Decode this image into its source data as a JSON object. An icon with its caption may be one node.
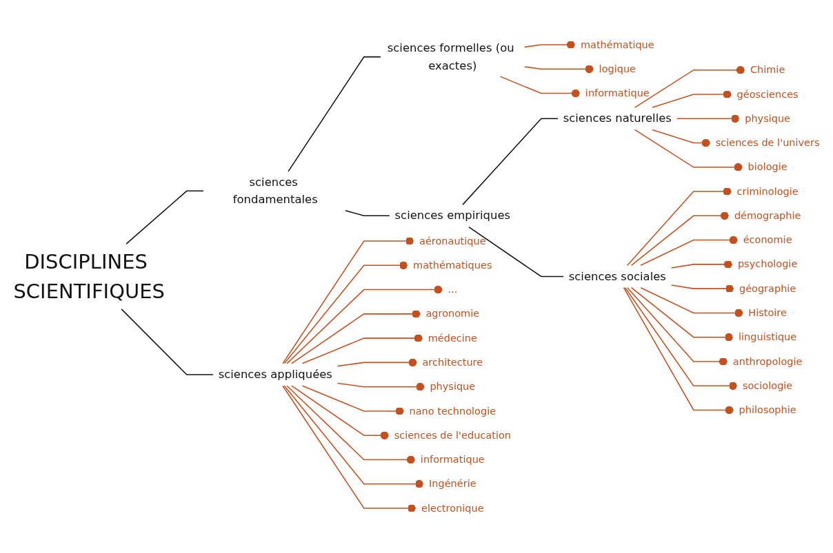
{
  "diagram": {
    "nodes": [
      {
        "text": [
          "DISCIPLINES SCIENTIFIQUES"
        ]
      },
      {
        "text": [
          "sciences fondamentales"
        ]
      },
      {
        "text": [
          "sciences formelles (ou exactes)"
        ]
      },
      {
        "text": [
          "mathématique"
        ]
      },
      {
        "text": [
          "logique"
        ]
      },
      {
        "text": [
          "informatique"
        ]
      },
      {
        "text": [
          "sciences empiriques"
        ]
      },
      {
        "text": [
          "sciences naturelles"
        ]
      },
      {
        "text": [
          "Chimie"
        ]
      },
      {
        "text": [
          "géosciences"
        ]
      },
      {
        "text": [
          "physique"
        ]
      },
      {
        "text": [
          "sciences de l'univers"
        ]
      },
      {
        "text": [
          "biologie"
        ]
      },
      {
        "text": [
          "sciences sociales"
        ]
      },
      {
        "text": [
          "criminologie"
        ]
      },
      {
        "text": [
          "démographie"
        ]
      },
      {
        "text": [
          "économie"
        ]
      },
      {
        "text": [
          "psychologie"
        ]
      },
      {
        "text": [
          "géographie"
        ]
      },
      {
        "text": [
          "Histoire"
        ]
      },
      {
        "text": [
          "linguistique"
        ]
      },
      {
        "text": [
          "anthropologie"
        ]
      },
      {
        "text": [
          "sociologie"
        ]
      },
      {
        "text": [
          "philosophie"
        ]
      },
      {
        "text": [
          "sciences appliquées"
        ]
      },
      {
        "text": [
          "aéronautique"
        ]
      },
      {
        "text": [
          "mathématiques"
        ]
      },
      {
        "text": [
          "..."
        ]
      },
      {
        "text": [
          "agronomie"
        ]
      },
      {
        "text": [
          "médecine"
        ]
      },
      {
        "text": [
          "architecture"
        ]
      },
      {
        "text": [
          "physique"
        ]
      },
      {
        "text": [
          "nano technologie"
        ]
      },
      {
        "text": [
          "sciences de l'education"
        ]
      },
      {
        "text": [
          "informatique"
        ]
      },
      {
        "text": [
          "Ingénérie"
        ]
      },
      {
        "text": [
          "electronique"
        ]
      }
    ],
    "edges": [
      {
        "from": 0,
        "to": 1,
        "arrow": "none",
        "color": "#111111"
      },
      {
        "from": 1,
        "to": 2,
        "arrow": "none",
        "color": "#111111"
      },
      {
        "from": 1,
        "to": 6,
        "arrow": "none",
        "color": "#111111"
      },
      {
        "from": 2,
        "to": 3,
        "arrow": "other"
      },
      {
        "from": 2,
        "to": 4,
        "arrow": "other"
      },
      {
        "from": 2,
        "to": 5,
        "arrow": "other"
      },
      {
        "from": 6,
        "to": 7,
        "arrow": "none",
        "color": "#111111"
      },
      {
        "from": 6,
        "to": 13,
        "arrow": "none",
        "color": "#111111"
      },
      {
        "from": 7,
        "to": 8,
        "arrow": "other"
      },
      {
        "from": 7,
        "to": 9,
        "arrow": "other"
      },
      {
        "from": 7,
        "to": 10,
        "arrow": "other"
      },
      {
        "from": 7,
        "to": 11,
        "arrow": "other"
      },
      {
        "from": 7,
        "to": 12,
        "arrow": "other"
      },
      {
        "from": 13,
        "to": 14,
        "arrow": "other"
      },
      {
        "from": 13,
        "to": 15,
        "arrow": "other"
      },
      {
        "from": 13,
        "to": 16,
        "arrow": "other"
      },
      {
        "from": 13,
        "to": 17,
        "arrow": "other"
      },
      {
        "from": 13,
        "to": 18,
        "arrow": "other"
      },
      {
        "from": 13,
        "to": 19,
        "arrow": "other"
      },
      {
        "from": 13,
        "to": 20,
        "arrow": "other"
      },
      {
        "from": 13,
        "to": 21,
        "arrow": "other"
      },
      {
        "from": 13,
        "to": 22,
        "arrow": "other"
      },
      {
        "from": 13,
        "to": 23,
        "arrow": "other"
      },
      {
        "from": 0,
        "to": 24,
        "arrow": "none",
        "color": "#111111"
      },
      {
        "from": 24,
        "to": 25,
        "arrow": "other"
      },
      {
        "from": 24,
        "to": 26,
        "arrow": "other"
      },
      {
        "from": 24,
        "to": 27,
        "arrow": "other"
      },
      {
        "from": 24,
        "to": 28,
        "arrow": "other"
      },
      {
        "from": 24,
        "to": 29,
        "arrow": "other"
      },
      {
        "from": 24,
        "to": 30,
        "arrow": "other"
      },
      {
        "from": 24,
        "to": 31,
        "arrow": "other"
      },
      {
        "from": 24,
        "to": 32,
        "arrow": "other"
      },
      {
        "from": 24,
        "to": 33,
        "arrow": "other"
      },
      {
        "from": 24,
        "to": 34,
        "arrow": "other"
      },
      {
        "from": 24,
        "to": 35,
        "arrow": "other"
      },
      {
        "from": 24,
        "to": 36,
        "arrow": "other"
      }
    ]
  }
}
